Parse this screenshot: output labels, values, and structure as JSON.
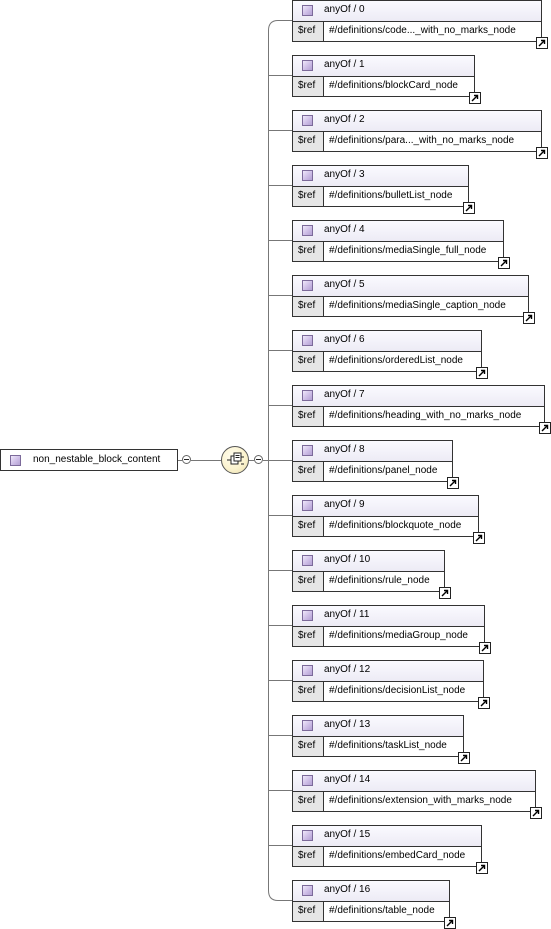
{
  "root": {
    "label": "non_nestable_block_content",
    "icon": "element-icon"
  },
  "compositor": {
    "icon": "choice-compositor-icon"
  },
  "ref_key": "$ref",
  "nodes": [
    {
      "name": "anyOf / 0",
      "ref": "#/definitions/code..._with_no_marks_node"
    },
    {
      "name": "anyOf / 1",
      "ref": "#/definitions/blockCard_node"
    },
    {
      "name": "anyOf / 2",
      "ref": "#/definitions/para..._with_no_marks_node"
    },
    {
      "name": "anyOf / 3",
      "ref": "#/definitions/bulletList_node"
    },
    {
      "name": "anyOf / 4",
      "ref": "#/definitions/mediaSingle_full_node"
    },
    {
      "name": "anyOf / 5",
      "ref": "#/definitions/mediaSingle_caption_node"
    },
    {
      "name": "anyOf / 6",
      "ref": "#/definitions/orderedList_node"
    },
    {
      "name": "anyOf / 7",
      "ref": "#/definitions/heading_with_no_marks_node"
    },
    {
      "name": "anyOf / 8",
      "ref": "#/definitions/panel_node"
    },
    {
      "name": "anyOf / 9",
      "ref": "#/definitions/blockquote_node"
    },
    {
      "name": "anyOf / 10",
      "ref": "#/definitions/rule_node"
    },
    {
      "name": "anyOf / 11",
      "ref": "#/definitions/mediaGroup_node"
    },
    {
      "name": "anyOf / 12",
      "ref": "#/definitions/decisionList_node"
    },
    {
      "name": "anyOf / 13",
      "ref": "#/definitions/taskList_node"
    },
    {
      "name": "anyOf / 14",
      "ref": "#/definitions/extension_with_marks_node"
    },
    {
      "name": "anyOf / 15",
      "ref": "#/definitions/embedCard_node"
    },
    {
      "name": "anyOf / 16",
      "ref": "#/definitions/table_node"
    }
  ]
}
